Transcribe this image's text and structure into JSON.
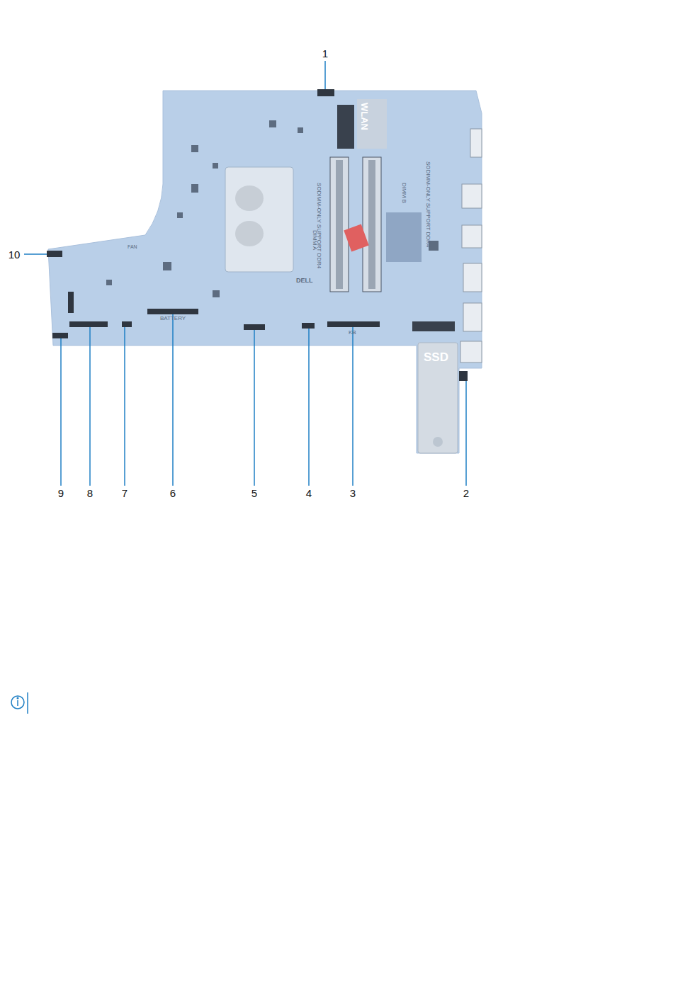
{
  "diagram": {
    "labels": [
      "1",
      "2",
      "3",
      "4",
      "5",
      "6",
      "7",
      "8",
      "9",
      "10",
      "WLAN",
      "DIMM B",
      "SODIMM-ONLY SUPPORT DDR4",
      "DIMM A",
      "SODIMM-ONLY SUPPORT DDR4",
      "DELL",
      "FAN",
      "BATTERY",
      "KB",
      "SSD"
    ]
  }
}
